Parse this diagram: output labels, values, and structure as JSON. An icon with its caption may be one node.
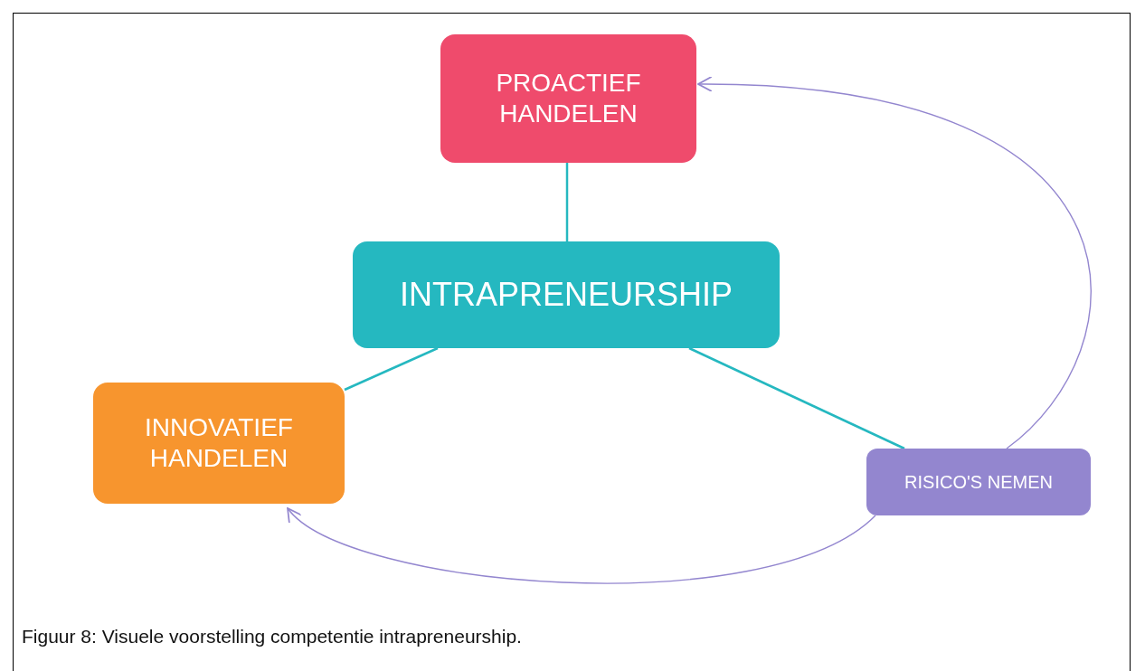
{
  "diagram": {
    "caption": "Figuur 8: Visuele voorstelling competentie intrapreneurship.",
    "nodes": [
      {
        "text": [
          "PROACTIEF HANDELEN"
        ]
      },
      {
        "text": [
          "INTRAPRENEURSHIP"
        ]
      },
      {
        "text": [
          "INNOVATIEF HANDELEN"
        ]
      },
      {
        "text": [
          "RISICO'S NEMEN"
        ]
      }
    ],
    "edges": [
      {
        "from": 1,
        "to": 0,
        "arrow": "none"
      },
      {
        "from": 1,
        "to": 2,
        "arrow": "none"
      },
      {
        "from": 1,
        "to": 3,
        "arrow": "none"
      },
      {
        "from": 3,
        "to": 0,
        "arrow": "to",
        "color": "#9386cf"
      },
      {
        "from": 3,
        "to": 2,
        "arrow": "to",
        "color": "#9386cf"
      }
    ]
  }
}
